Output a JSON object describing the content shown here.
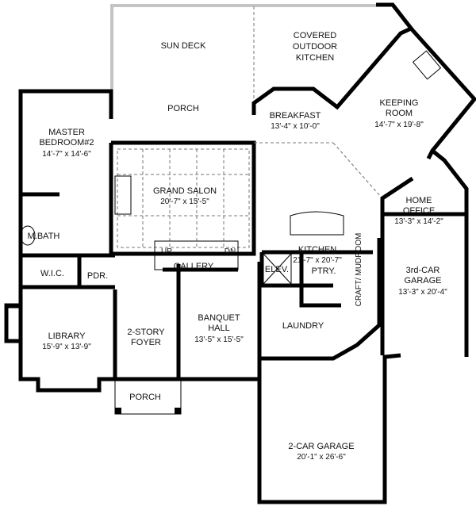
{
  "rooms": {
    "sun_deck": {
      "name": "SUN DECK"
    },
    "porch_rear": {
      "name": "PORCH"
    },
    "outdoor_kitchen": {
      "line1": "COVERED",
      "line2": "OUTDOOR",
      "line3": "KITCHEN"
    },
    "breakfast": {
      "name": "BREAKFAST",
      "dims": "13'-4\" x 10'-0\""
    },
    "keeping_room": {
      "line1": "KEEPING",
      "line2": "ROOM",
      "dims": "14'-7\" x 19'-8\""
    },
    "master_bedroom": {
      "line1": "MASTER",
      "line2": "BEDROOM#2",
      "dims": "14'-7\" x 14'-6\""
    },
    "grand_salon": {
      "name": "GRAND  SALON",
      "dims": "20'-7\" x 15'-5\""
    },
    "home_office": {
      "line1": "HOME",
      "line2": "OFFICE",
      "dims": "13'-3\" x 14'-2\""
    },
    "kitchen": {
      "name": "KITCHEN",
      "dims": "21'-7\" x 20'-7\""
    },
    "gallery": {
      "name": "GALLERY"
    },
    "stairs": {
      "up": "UP",
      "down": "DN"
    },
    "master_bath": {
      "name": "M.BATH"
    },
    "wic": {
      "name": "W.I.C."
    },
    "powder": {
      "name": "PDR."
    },
    "elevator": {
      "name": "ELEV."
    },
    "pantry": {
      "name": "PTRY."
    },
    "craft_mudroom": {
      "name": "CRAFT/ MUDROOM"
    },
    "third_garage": {
      "line1": "3rd-CAR",
      "line2": "GARAGE",
      "dims": "13'-3\" x 20'-4\""
    },
    "library": {
      "name": "LIBRARY",
      "dims": "15'-9\" x 13'-9\""
    },
    "foyer": {
      "line1": "2-STORY",
      "line2": "FOYER"
    },
    "banquet_hall": {
      "line1": "BANQUET",
      "line2": "HALL",
      "dims": "13'-5\" x 15'-5\""
    },
    "laundry": {
      "name": "LAUNDRY"
    },
    "porch_front": {
      "name": "PORCH"
    },
    "two_car_garage": {
      "name": "2-CAR  GARAGE",
      "dims": "20'-1\" x 26'-6\""
    }
  }
}
